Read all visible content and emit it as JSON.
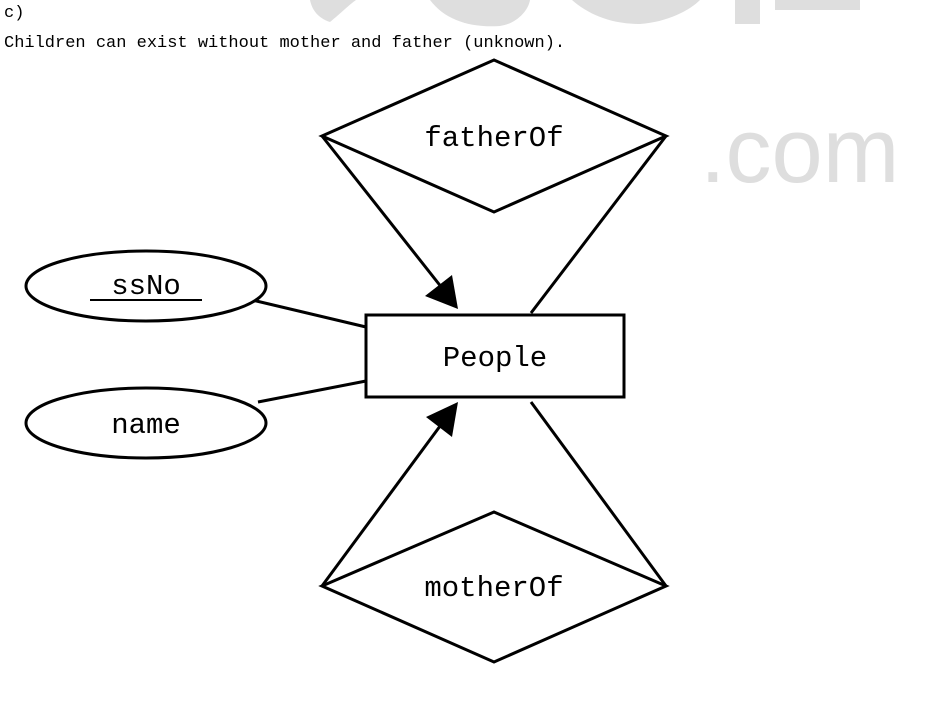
{
  "answer": {
    "label": "c)",
    "text": "Children can exist without mother and father (unknown)."
  },
  "er_diagram": {
    "entity": {
      "name": "People"
    },
    "attributes": [
      {
        "name": "ssNo",
        "is_key": true
      },
      {
        "name": "name",
        "is_key": false
      }
    ],
    "relationships": [
      {
        "name": "fatherOf"
      },
      {
        "name": "motherOf"
      }
    ]
  },
  "watermark": {
    "text": ".com",
    "color": "#dedede"
  }
}
